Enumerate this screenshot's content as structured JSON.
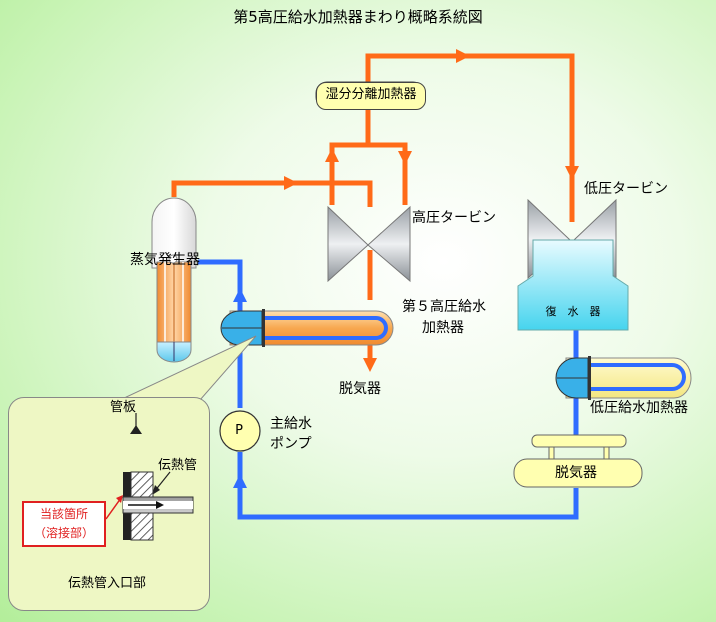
{
  "title": "第5高圧給水加熱器まわり概略系統図",
  "labels": {
    "moisture_separator": "湿分分離加熱器",
    "hp_turbine": "高圧タービン",
    "lp_turbine": "低圧タービン",
    "steam_generator": "蒸気発生器",
    "hp_heater_line1": "第５高圧給水",
    "hp_heater_line2": "加熱器",
    "deaerator_arrow": "脱気器",
    "condenser": "復　水　器",
    "main_pump_line1": "主給水",
    "main_pump_line2": "ポンプ",
    "pump_symbol": "P",
    "lp_heater": "低圧給水加熱器",
    "deaerator": "脱気器"
  },
  "inset": {
    "tube_sheet": "管板",
    "heat_tube": "伝熱管",
    "location_line1": "当該箇所",
    "location_line2": "（溶接部）",
    "caption": "伝熱管入口部"
  },
  "colors": {
    "steam_line": "#ff6a18",
    "water_line": "#2f6cff",
    "callout": "#e02020",
    "box_fill": "#ffffb0"
  }
}
